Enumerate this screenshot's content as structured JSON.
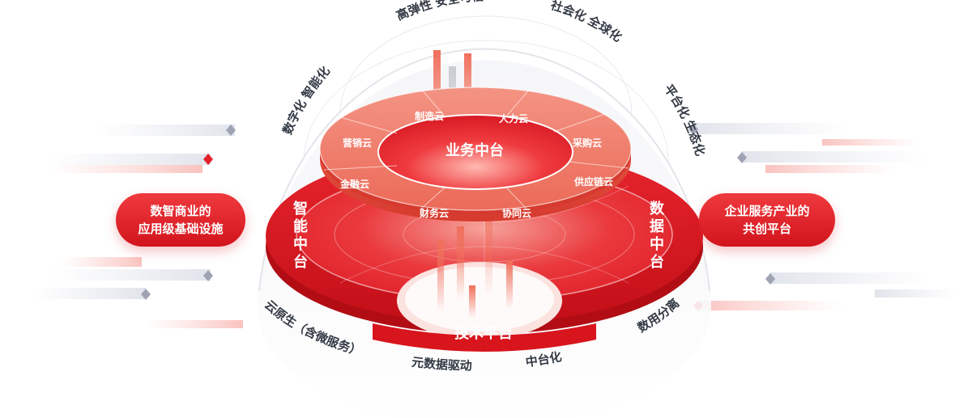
{
  "arc_top_labels": [
    "数字化 智能化",
    "高弹性 安全可信",
    "社会化 全球化",
    "平台化 生态化"
  ],
  "arc_bottom_labels": [
    "云原生（含微服务）",
    "元数据驱动",
    "中台化",
    "数用分离"
  ],
  "business_platform": {
    "title": "业务中台",
    "segments": [
      "制造云",
      "人力云",
      "采购云",
      "供应链云",
      "协同云",
      "财务云",
      "金融云",
      "营销云"
    ]
  },
  "data_platform": {
    "title": "数据中台"
  },
  "intelligence_platform": {
    "title": "智能中台"
  },
  "tech_platform": {
    "title": "技术平台"
  },
  "pill_left": {
    "line1": "数智商业的",
    "line2": "应用级基础设施"
  },
  "pill_right": {
    "line1": "企业服务产业的",
    "line2": "共创平台"
  },
  "colors": {
    "primary_red": "#e5202a",
    "deep_red": "#c8101a",
    "ring_salmon": "#f07a66",
    "label_text": "#333a45",
    "white": "#ffffff"
  }
}
